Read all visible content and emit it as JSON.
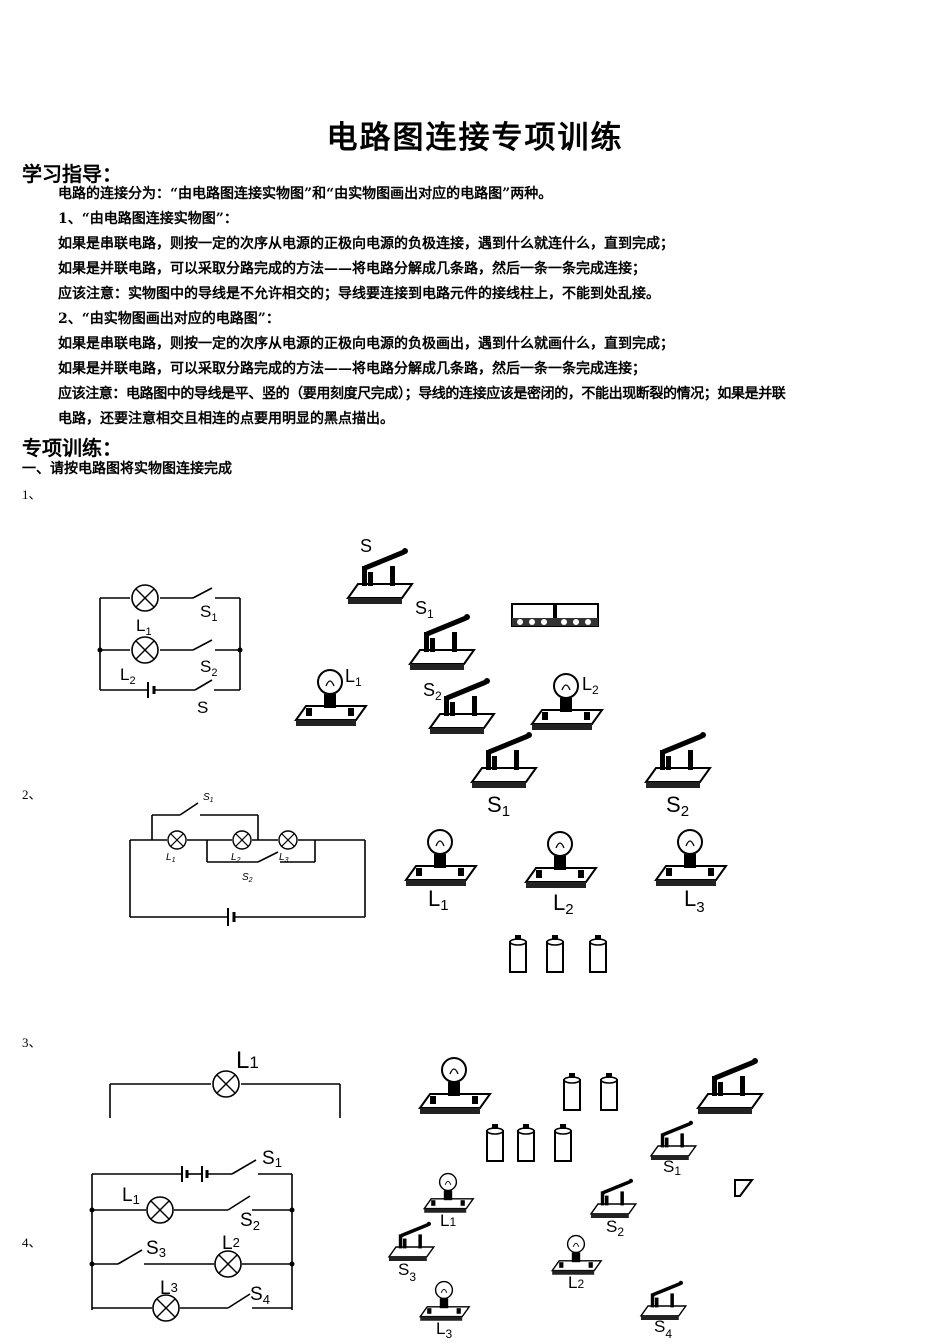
{
  "doc": {
    "title": "电路图连接专项训练",
    "guide_heading": "学习指导：",
    "guide_lines": [
      "电路的连接分为：“由电路图连接实物图”和“由实物图画出对应的电路图”两种。",
      "1、“由电路图连接实物图”：",
      "如果是串联电路，则按一定的次序从电源的正极向电源的负极连接，遇到什么就连什么，直到完成；",
      "如果是并联电路，可以采取分路完成的方法——将电路分解成几条路，然后一条一条完成连接；",
      "应该注意：实物图中的导线是不允许相交的；导线要连接到电路元件的接线柱上，不能到处乱接。",
      "2、“由实物图画出对应的电路图”：",
      "如果是串联电路，则按一定的次序从电源的正极向电源的负极画出，遇到什么就画什么，直到完成；",
      "如果是并联电路，可以采取分路完成的方法——将电路分解成几条路，然后一条一条完成连接；",
      "应该注意：电路图中的导线是平、竖的（要用刻度尺完成）；导线的连接应该是密闭的，不能出现断裂的情况；如果是并联",
      "电路，还要注意相交且相连的点要用明显的黑点描出。"
    ],
    "practice_heading": "专项训练：",
    "section1": "一、请按电路图将实物图连接完成",
    "q1": "1、",
    "q2": "2、",
    "q3": "3、",
    "q4": "4、"
  },
  "labels": {
    "S": "S",
    "S1": "S",
    "S2": "S",
    "S3": "S",
    "S4": "S",
    "L1": "L",
    "L2": "L",
    "L3": "L",
    "sub1": "1",
    "sub2": "2",
    "sub3": "3",
    "sub4": "4"
  }
}
